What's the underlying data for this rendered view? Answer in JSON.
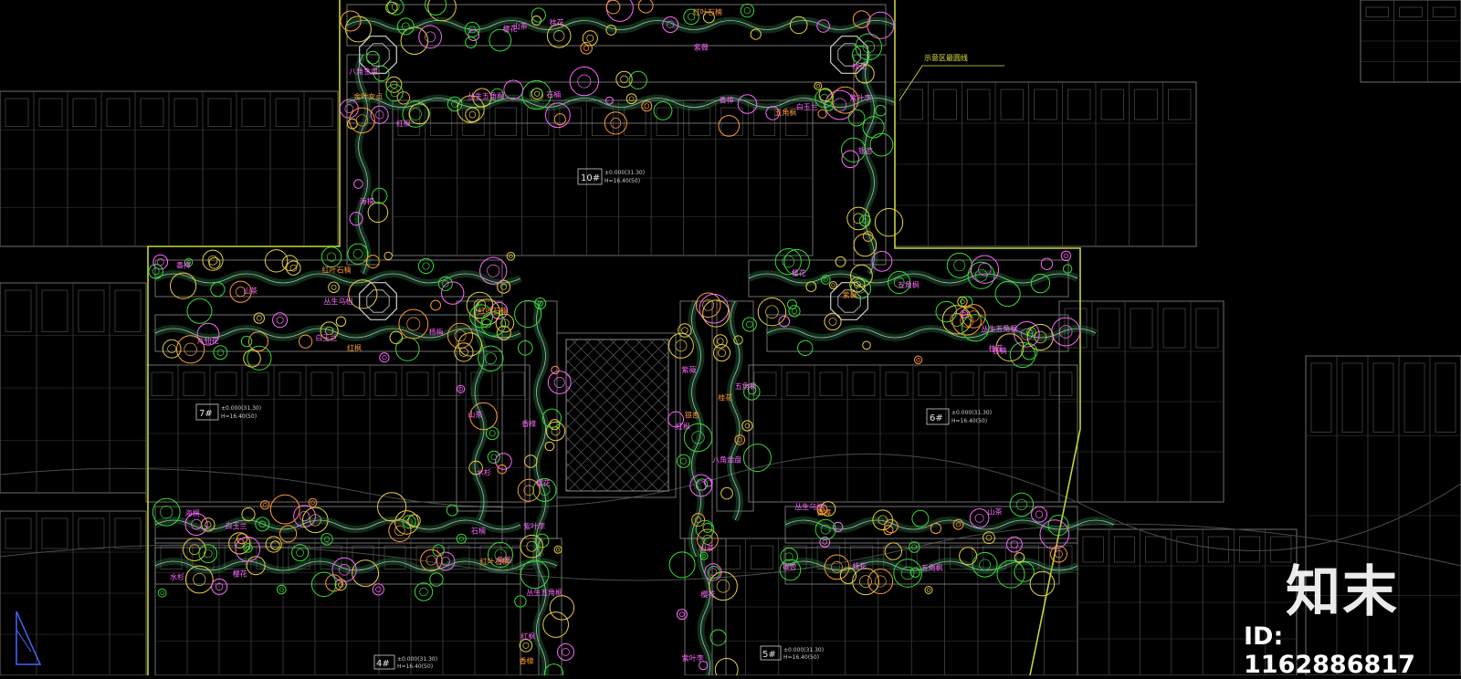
{
  "drawing": {
    "buildings": [
      {
        "tag": "10#",
        "info1": "±0.000(31.30)",
        "info2": "H=16.40(50)"
      },
      {
        "tag": "7#",
        "info1": "±0.000(31.30)",
        "info2": "H=16.40(50)"
      },
      {
        "tag": "6#",
        "info1": "±0.000(31.30)",
        "info2": "H=16.40(50)"
      },
      {
        "tag": "5#",
        "info1": "±0.000(31.30)",
        "info2": "H=16.40(50)"
      },
      {
        "tag": "4#",
        "info1": "±0.000(31.30)",
        "info2": "H=16.40(50)"
      }
    ],
    "callout": "示意区最圆线",
    "plant_labels": [
      "桂花",
      "山茶",
      "红叶石楠",
      "紫薇",
      "樱花",
      "香樟",
      "石楠",
      "五角枫",
      "红枫",
      "白玉兰",
      "丛生五角枫",
      "八角金盘",
      "金叶女贞",
      "海桐",
      "桂花",
      "银杏",
      "紫叶李",
      "红叶石楠",
      "山茶",
      "香樟",
      "丛生乌桕",
      "樱花",
      "紫薇",
      "五角枫",
      "白玉兰",
      "八仙花",
      "杨梅",
      "红枫",
      "石楠",
      "桂花",
      "丛生五角枫",
      "水杉",
      "红叶石楠",
      "山茶",
      "紫叶李",
      "香樟",
      "樱花",
      "银杏",
      "红枫",
      "紫薇",
      "八角金盘",
      "五角枫",
      "桂花",
      "海桐",
      "白玉兰",
      "石楠",
      "丛生乌桕",
      "香樟",
      "山茶",
      "樱花",
      "水杉",
      "紫薇",
      "红叶石楠",
      "桂花",
      "银杏",
      "五角枫",
      "红枫",
      "香樟",
      "丛生五角枫",
      "紫叶李",
      "山茶",
      "樱花",
      "桂花",
      "石楠",
      "八仙花",
      "白玉兰",
      "红叶石楠",
      "紫薇",
      "香樟",
      "五角枫",
      "丛生五角枫",
      "桂花",
      "紫叶李",
      "水杉",
      "樱花",
      "红枫",
      "山茶",
      "银杏",
      "香樟",
      "石楠"
    ],
    "colors": {
      "background": "#000000",
      "boundary": "#c8d23c",
      "linework": "#6e6e6e",
      "paving": "#2a8a4a",
      "tree_green": "#33dd33",
      "tree_yellow": "#e8d040",
      "tree_orange": "#ff9933",
      "tree_magenta": "#ff66ff"
    }
  },
  "watermark": {
    "logo_text": "知末",
    "id_text": "ID: 1162886817"
  }
}
